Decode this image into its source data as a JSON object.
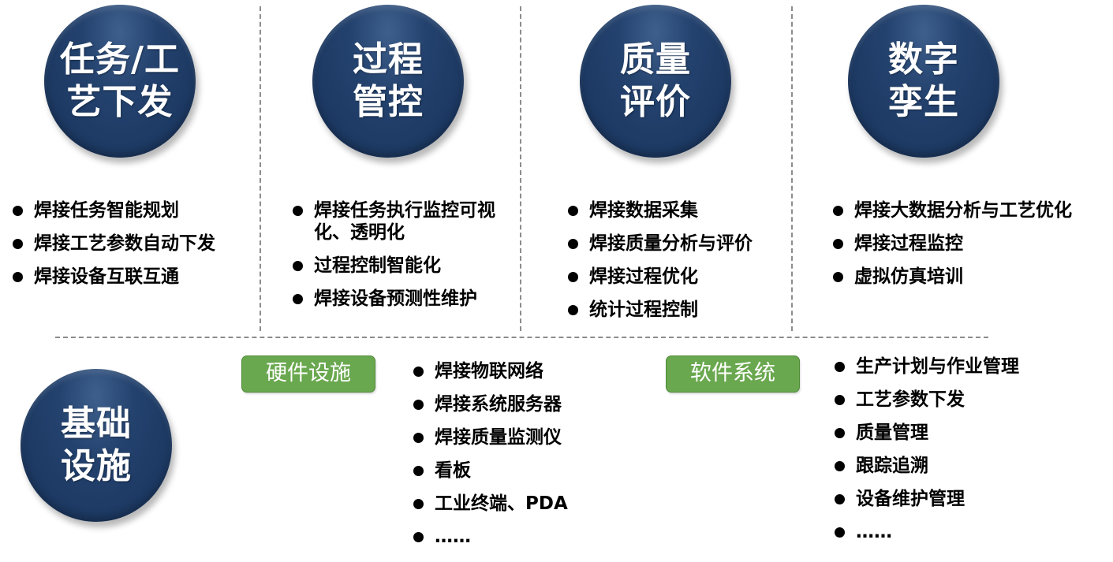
{
  "colors": {
    "circle_fill": "#1e3c66",
    "tag_fill": "#6aa84f",
    "divider": "#8c8c8c",
    "text": "#000000"
  },
  "columns": [
    {
      "title_line1": "任务/工",
      "title_line2": "艺下发",
      "items": [
        "焊接任务智能规划",
        "焊接工艺参数自动下发",
        "焊接设备互联互通"
      ]
    },
    {
      "title_line1": "过程",
      "title_line2": "管控",
      "items": [
        "焊接任务执行监控可视化、透明化",
        "过程控制智能化",
        "焊接设备预测性维护"
      ]
    },
    {
      "title_line1": "质量",
      "title_line2": "评价",
      "items": [
        "焊接数据采集",
        "焊接质量分析与评价",
        "焊接过程优化",
        "统计过程控制"
      ]
    },
    {
      "title_line1": "数字",
      "title_line2": "孪生",
      "items": [
        "焊接大数据分析与工艺优化",
        "焊接过程监控",
        "虚拟仿真培训"
      ]
    }
  ],
  "infrastructure": {
    "title_line1": "基础",
    "title_line2": "设施",
    "hardware": {
      "label": "硬件设施",
      "items": [
        "焊接物联网络",
        "焊接系统服务器",
        "焊接质量监测仪",
        "看板",
        "工业终端、PDA",
        "……"
      ]
    },
    "software": {
      "label": "软件系统",
      "items": [
        "生产计划与作业管理",
        "工艺参数下发",
        "质量管理",
        "跟踪追溯",
        "设备维护管理",
        "……"
      ]
    }
  }
}
